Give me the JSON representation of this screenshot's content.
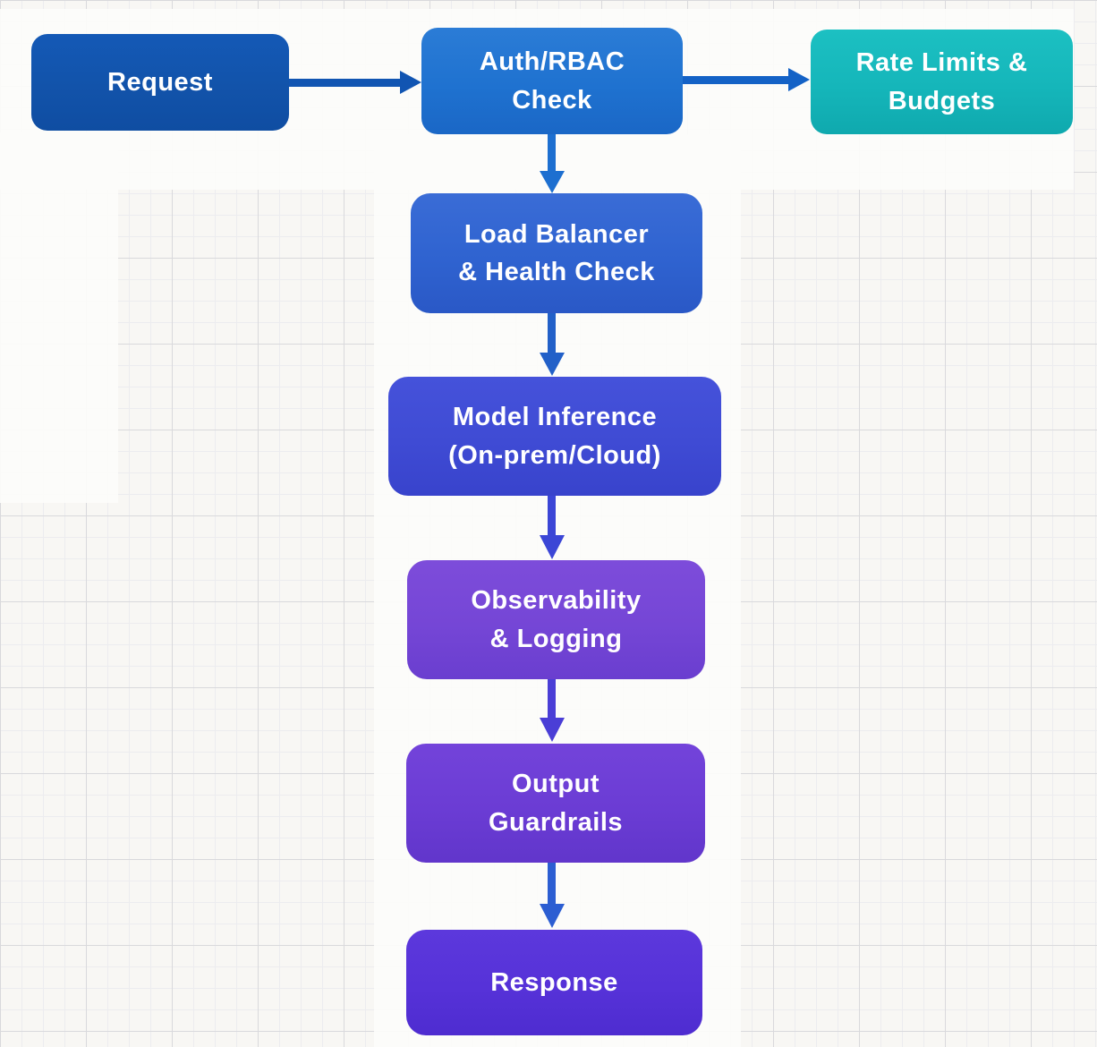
{
  "diagram": {
    "type": "flowchart",
    "nodes": [
      {
        "id": "request",
        "label": "Request",
        "color": "#1253aa"
      },
      {
        "id": "auth-rbac-check",
        "label": "Auth/RBAC\nCheck",
        "color": "#1f72d0"
      },
      {
        "id": "rate-limits-budgets",
        "label": "Rate Limits &\nBudgets",
        "color": "#15b6ba"
      },
      {
        "id": "load-balancer-health-check",
        "label": "Load Balancer\n& Health Check",
        "color": "#2f63d0"
      },
      {
        "id": "model-inference",
        "label": "Model Inference\n(On-prem/Cloud)",
        "color": "#3f4bd4"
      },
      {
        "id": "observability-logging",
        "label": "Observability\n& Logging",
        "color": "#7546d6"
      },
      {
        "id": "output-guardrails",
        "label": "Output\nGuardrails",
        "color": "#6b3cd4"
      },
      {
        "id": "response",
        "label": "Response",
        "color": "#5632d8"
      }
    ],
    "edges": [
      {
        "from": "request",
        "to": "auth-rbac-check",
        "direction": "right",
        "color": "#1155b2"
      },
      {
        "from": "auth-rbac-check",
        "to": "rate-limits-budgets",
        "direction": "right",
        "color": "#1462c6"
      },
      {
        "from": "auth-rbac-check",
        "to": "load-balancer-health-check",
        "direction": "down",
        "color": "#1d6fd0"
      },
      {
        "from": "load-balancer-health-check",
        "to": "model-inference",
        "direction": "down",
        "color": "#2260c8"
      },
      {
        "from": "model-inference",
        "to": "observability-logging",
        "direction": "down",
        "color": "#3b46d6"
      },
      {
        "from": "observability-logging",
        "to": "output-guardrails",
        "direction": "down",
        "color": "#4a3ed6"
      },
      {
        "from": "output-guardrails",
        "to": "response",
        "direction": "down",
        "color": "#2c5ed2"
      }
    ],
    "style": {
      "background": "#f8f7f4",
      "grid_minor_color": "#ececef",
      "grid_major_color": "#d9d9dc",
      "text_color": "#ffffff"
    }
  }
}
